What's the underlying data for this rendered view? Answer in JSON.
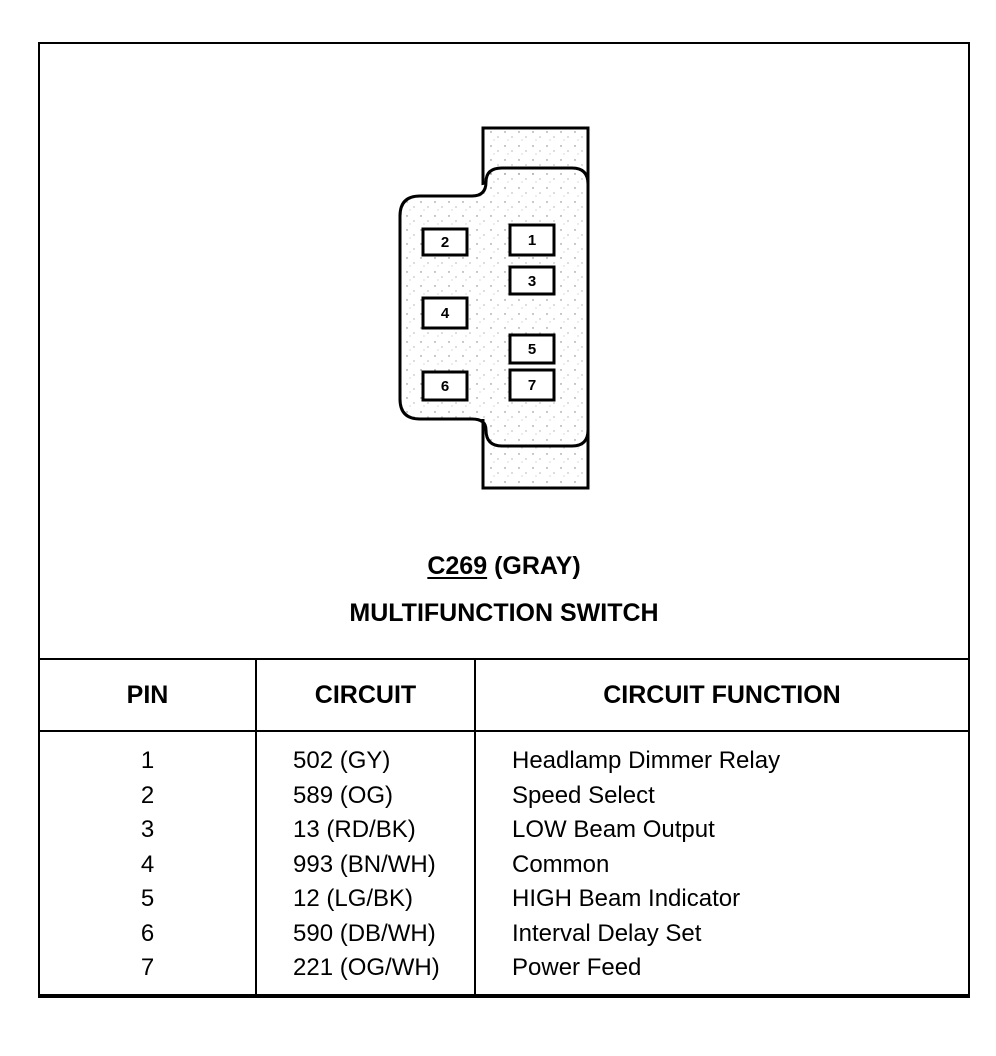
{
  "connector": {
    "id": "C269",
    "color_label": "(GRAY)",
    "name": "MULTIFUNCTION SWITCH",
    "pin_labels": [
      "1",
      "2",
      "3",
      "4",
      "5",
      "6",
      "7"
    ]
  },
  "table": {
    "headers": {
      "pin": "PIN",
      "circuit": "CIRCUIT",
      "function": "CIRCUIT FUNCTION"
    },
    "rows": [
      {
        "pin": "1",
        "circuit": "502 (GY)",
        "function": "Headlamp Dimmer Relay"
      },
      {
        "pin": "2",
        "circuit": "589 (OG)",
        "function": "Speed Select"
      },
      {
        "pin": "3",
        "circuit": "13 (RD/BK)",
        "function": "LOW Beam Output"
      },
      {
        "pin": "4",
        "circuit": "993 (BN/WH)",
        "function": "Common"
      },
      {
        "pin": "5",
        "circuit": "12 (LG/BK)",
        "function": "HIGH Beam Indicator"
      },
      {
        "pin": "6",
        "circuit": "590 (DB/WH)",
        "function": "Interval Delay Set"
      },
      {
        "pin": "7",
        "circuit": "221 (OG/WH)",
        "function": "Power Feed"
      }
    ]
  }
}
